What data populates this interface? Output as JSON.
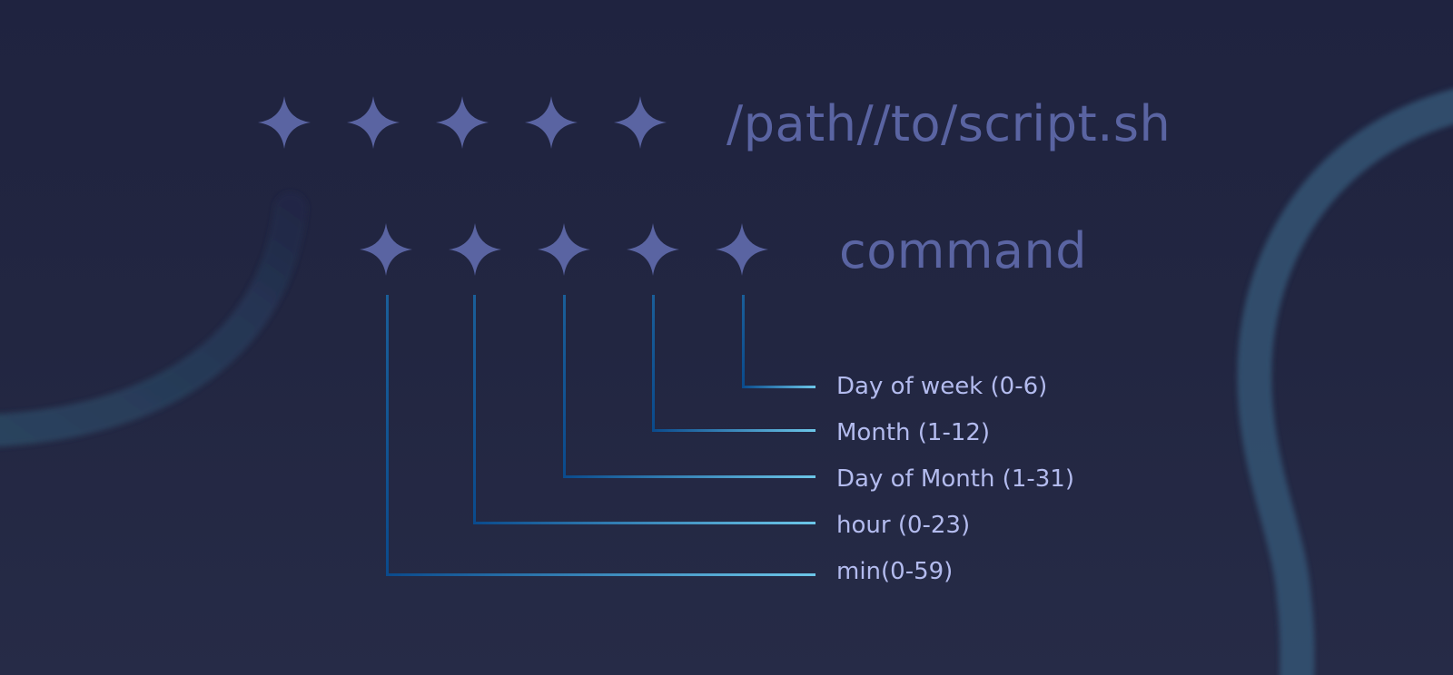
{
  "diagram": {
    "title_line": {
      "fields": [
        "*",
        "*",
        "*",
        "*",
        "*"
      ],
      "command_text": "/path//to/script.sh"
    },
    "generic_line": {
      "fields": [
        "*",
        "*",
        "*",
        "*",
        "*"
      ],
      "command_text": "command"
    },
    "field_labels": [
      {
        "index": 0,
        "label": "min(0-59)"
      },
      {
        "index": 1,
        "label": "hour (0-23)"
      },
      {
        "index": 2,
        "label": "Day of Month (1-31)"
      },
      {
        "index": 3,
        "label": "Month (1-12)"
      },
      {
        "index": 4,
        "label": "Day of week (0-6)"
      }
    ],
    "icons": {
      "field_marker": "four-point-star-icon"
    }
  },
  "colors": {
    "background_top": "#1f2340",
    "background_bottom": "#262b47",
    "star_fill": "#5a64a2",
    "command_text": "#5a64a2",
    "label_text": "#b3bbee",
    "line_start": "#0a4a8c",
    "line_end": "#6cc6e8",
    "decor_arc": "#2d4a68"
  }
}
